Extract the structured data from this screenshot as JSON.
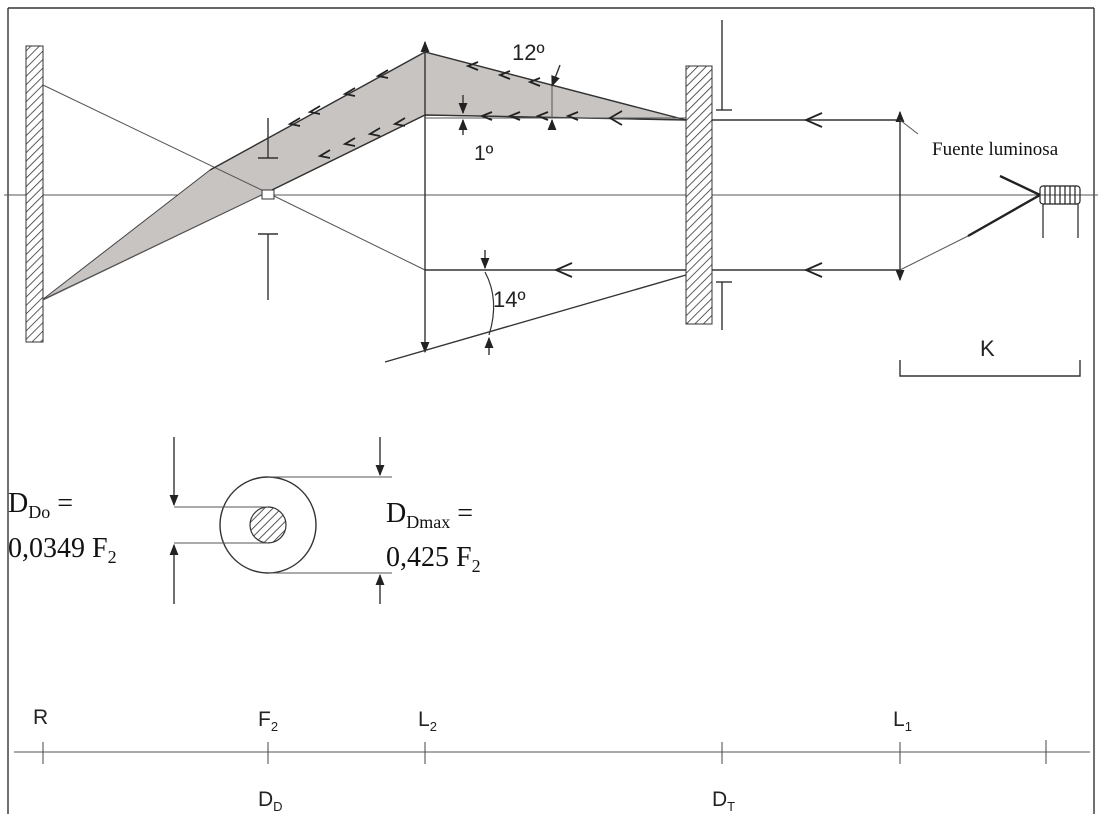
{
  "labels": {
    "angle_12": "12º",
    "angle_1": "1º",
    "angle_14": "14º",
    "light_source": "Fuente luminosa",
    "k": "K"
  },
  "formulas": {
    "d_do_main": "D",
    "d_do_sub": "Do",
    "d_do_eq": " =",
    "d_do_value": "0,0349 F",
    "d_do_value_sub": "2",
    "d_dmax_main": "D",
    "d_dmax_sub": "Dmax",
    "d_dmax_eq": " =",
    "d_dmax_value": "0,425 F",
    "d_dmax_value_sub": "2"
  },
  "scale": {
    "top_labels": [
      {
        "main": "R",
        "sub": ""
      },
      {
        "main": "F",
        "sub": "2"
      },
      {
        "main": "L",
        "sub": "2"
      },
      {
        "main": "L",
        "sub": "1"
      }
    ],
    "bottom_labels": [
      {
        "main": "D",
        "sub": "D"
      },
      {
        "main": "D",
        "sub": "T"
      }
    ]
  },
  "colors": {
    "shade": "#c8c4c2",
    "line": "#333333"
  }
}
